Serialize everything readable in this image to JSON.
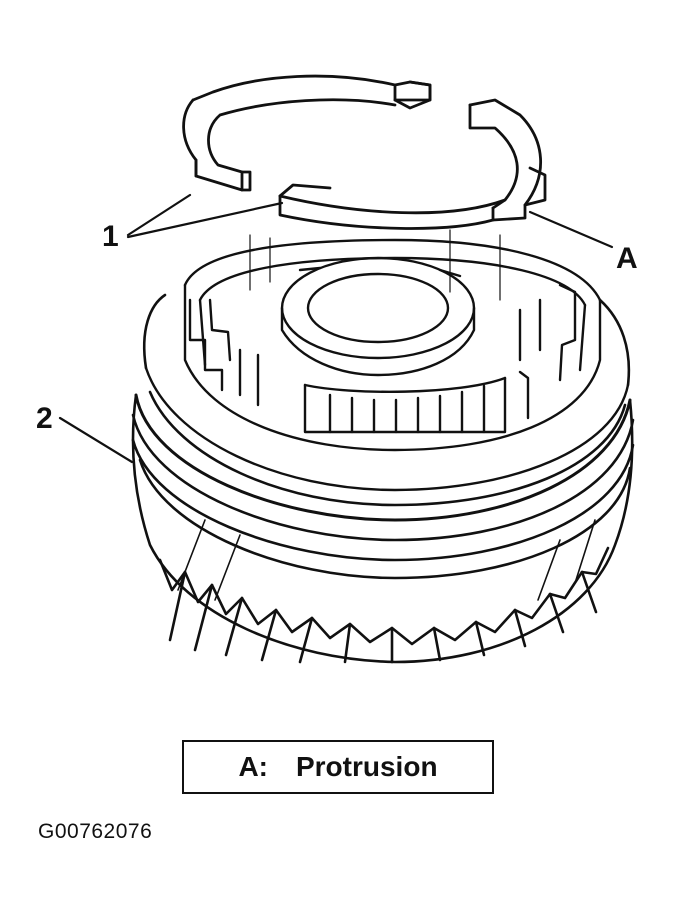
{
  "diagram": {
    "callouts": [
      {
        "id": "callout-1",
        "label": "1"
      },
      {
        "id": "callout-2",
        "label": "2"
      },
      {
        "id": "callout-a",
        "label": "A"
      }
    ]
  },
  "legend": {
    "key": "A:",
    "description": "Protrusion"
  },
  "figure_id": "G00762076"
}
